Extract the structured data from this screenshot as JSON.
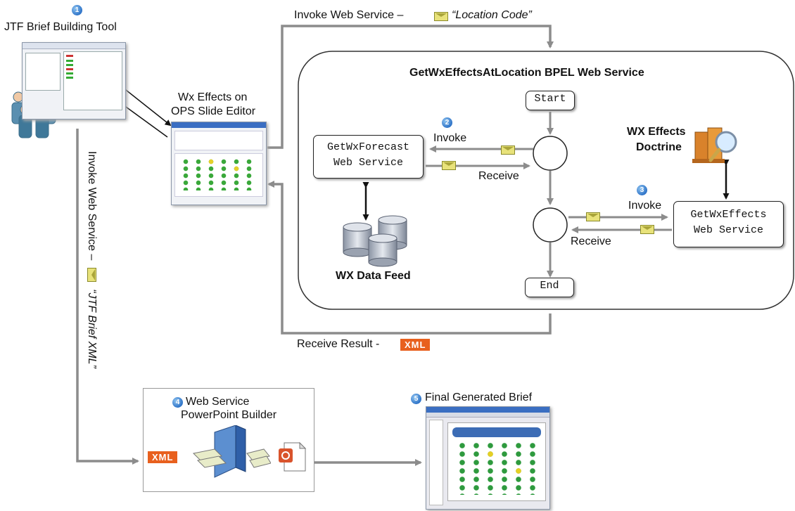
{
  "steps": {
    "one": "1",
    "two": "2",
    "three": "3",
    "four": "4",
    "five": "5"
  },
  "tool": {
    "label": "JTF Brief Building Tool"
  },
  "editor": {
    "label_line1": "Wx Effects on",
    "label_line2": "OPS Slide Editor"
  },
  "top_flow": {
    "prefix": "Invoke Web Service –",
    "quote": "“Location Code”"
  },
  "bpel": {
    "title": "GetWxEffectsAtLocation  BPEL Web Service",
    "start": "Start",
    "end": "End",
    "forecast_line1": "GetWxForecast",
    "forecast_line2": "Web Service",
    "effects_line1": "GetWxEffects",
    "effects_line2": "Web Service",
    "invoke_label": "Invoke",
    "receive_label": "Receive",
    "data_feed": "WX Data Feed",
    "doctrine_line1": "WX Effects",
    "doctrine_line2": "Doctrine"
  },
  "receive_result": {
    "label": "Receive Result -",
    "badge": "XML"
  },
  "left_flow": {
    "label": "Invoke Web Service –",
    "quote": "“JTF Brief XML”"
  },
  "builder": {
    "line1": "Web Service",
    "line2": "PowerPoint Builder",
    "badge": "XML"
  },
  "final": {
    "label": "Final Generated Brief"
  },
  "colors": {
    "arrow": "#8c8c8c",
    "step_badge": "#2f74c8",
    "xml_badge": "#e8601e",
    "envelope": "#e8e27a"
  }
}
